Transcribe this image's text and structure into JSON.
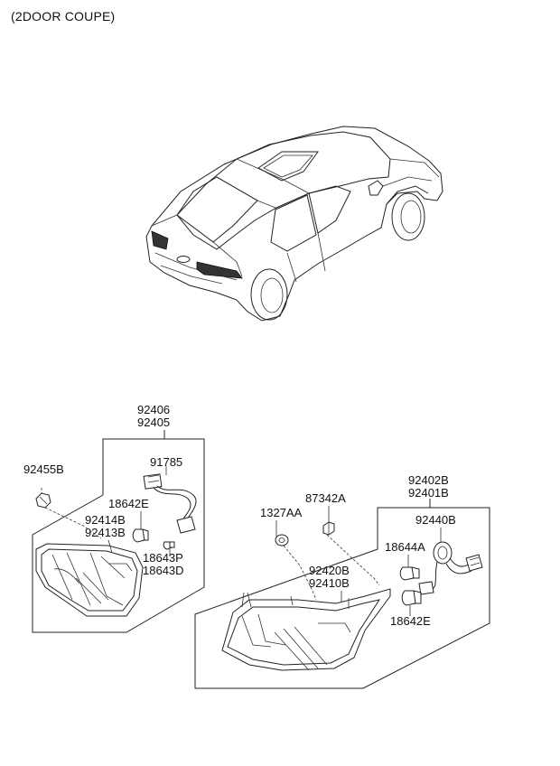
{
  "caption": "(2DOOR COUPE)",
  "labels": {
    "p92406": "92406",
    "p92405": "92405",
    "p92455B": "92455B",
    "p91785": "91785",
    "p18642E_left": "18642E",
    "p92414B": "92414B",
    "p92413B": "92413B",
    "p18643P": "18643P",
    "p18643D": "18643D",
    "p92402B": "92402B",
    "p92401B": "92401B",
    "p87342A": "87342A",
    "p1327AA": "1327AA",
    "p92440B": "92440B",
    "p18644A": "18644A",
    "p92420B": "92420B",
    "p92410B": "92410B",
    "p18642E_right": "18642E"
  }
}
